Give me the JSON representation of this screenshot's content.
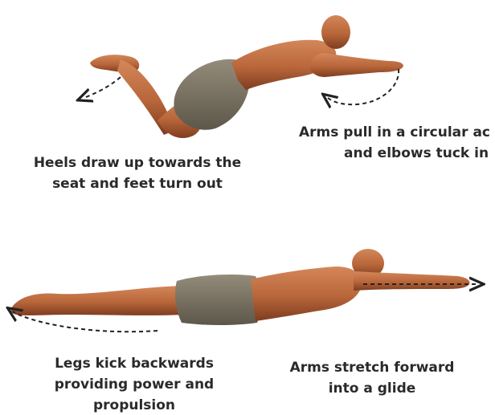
{
  "captions": {
    "heels": {
      "line1": "Heels draw up towards the",
      "line2": "seat and feet turn out"
    },
    "arms_pull": {
      "line1": "Arms pull in a circular ac",
      "line2": "and elbows tuck in"
    },
    "legs_kick": {
      "line1": "Legs kick backwards",
      "line2": "providing power and",
      "line3": "propulsion"
    },
    "arms_stretch": {
      "line1": "Arms stretch forward",
      "line2": "into a glide"
    }
  },
  "colors": {
    "skin": "#b8663a",
    "skin_shadow": "#8a4424",
    "shorts": "#7c7565",
    "shorts_shadow": "#5d574a",
    "arrow": "#222222",
    "text": "#2a2a2a"
  }
}
